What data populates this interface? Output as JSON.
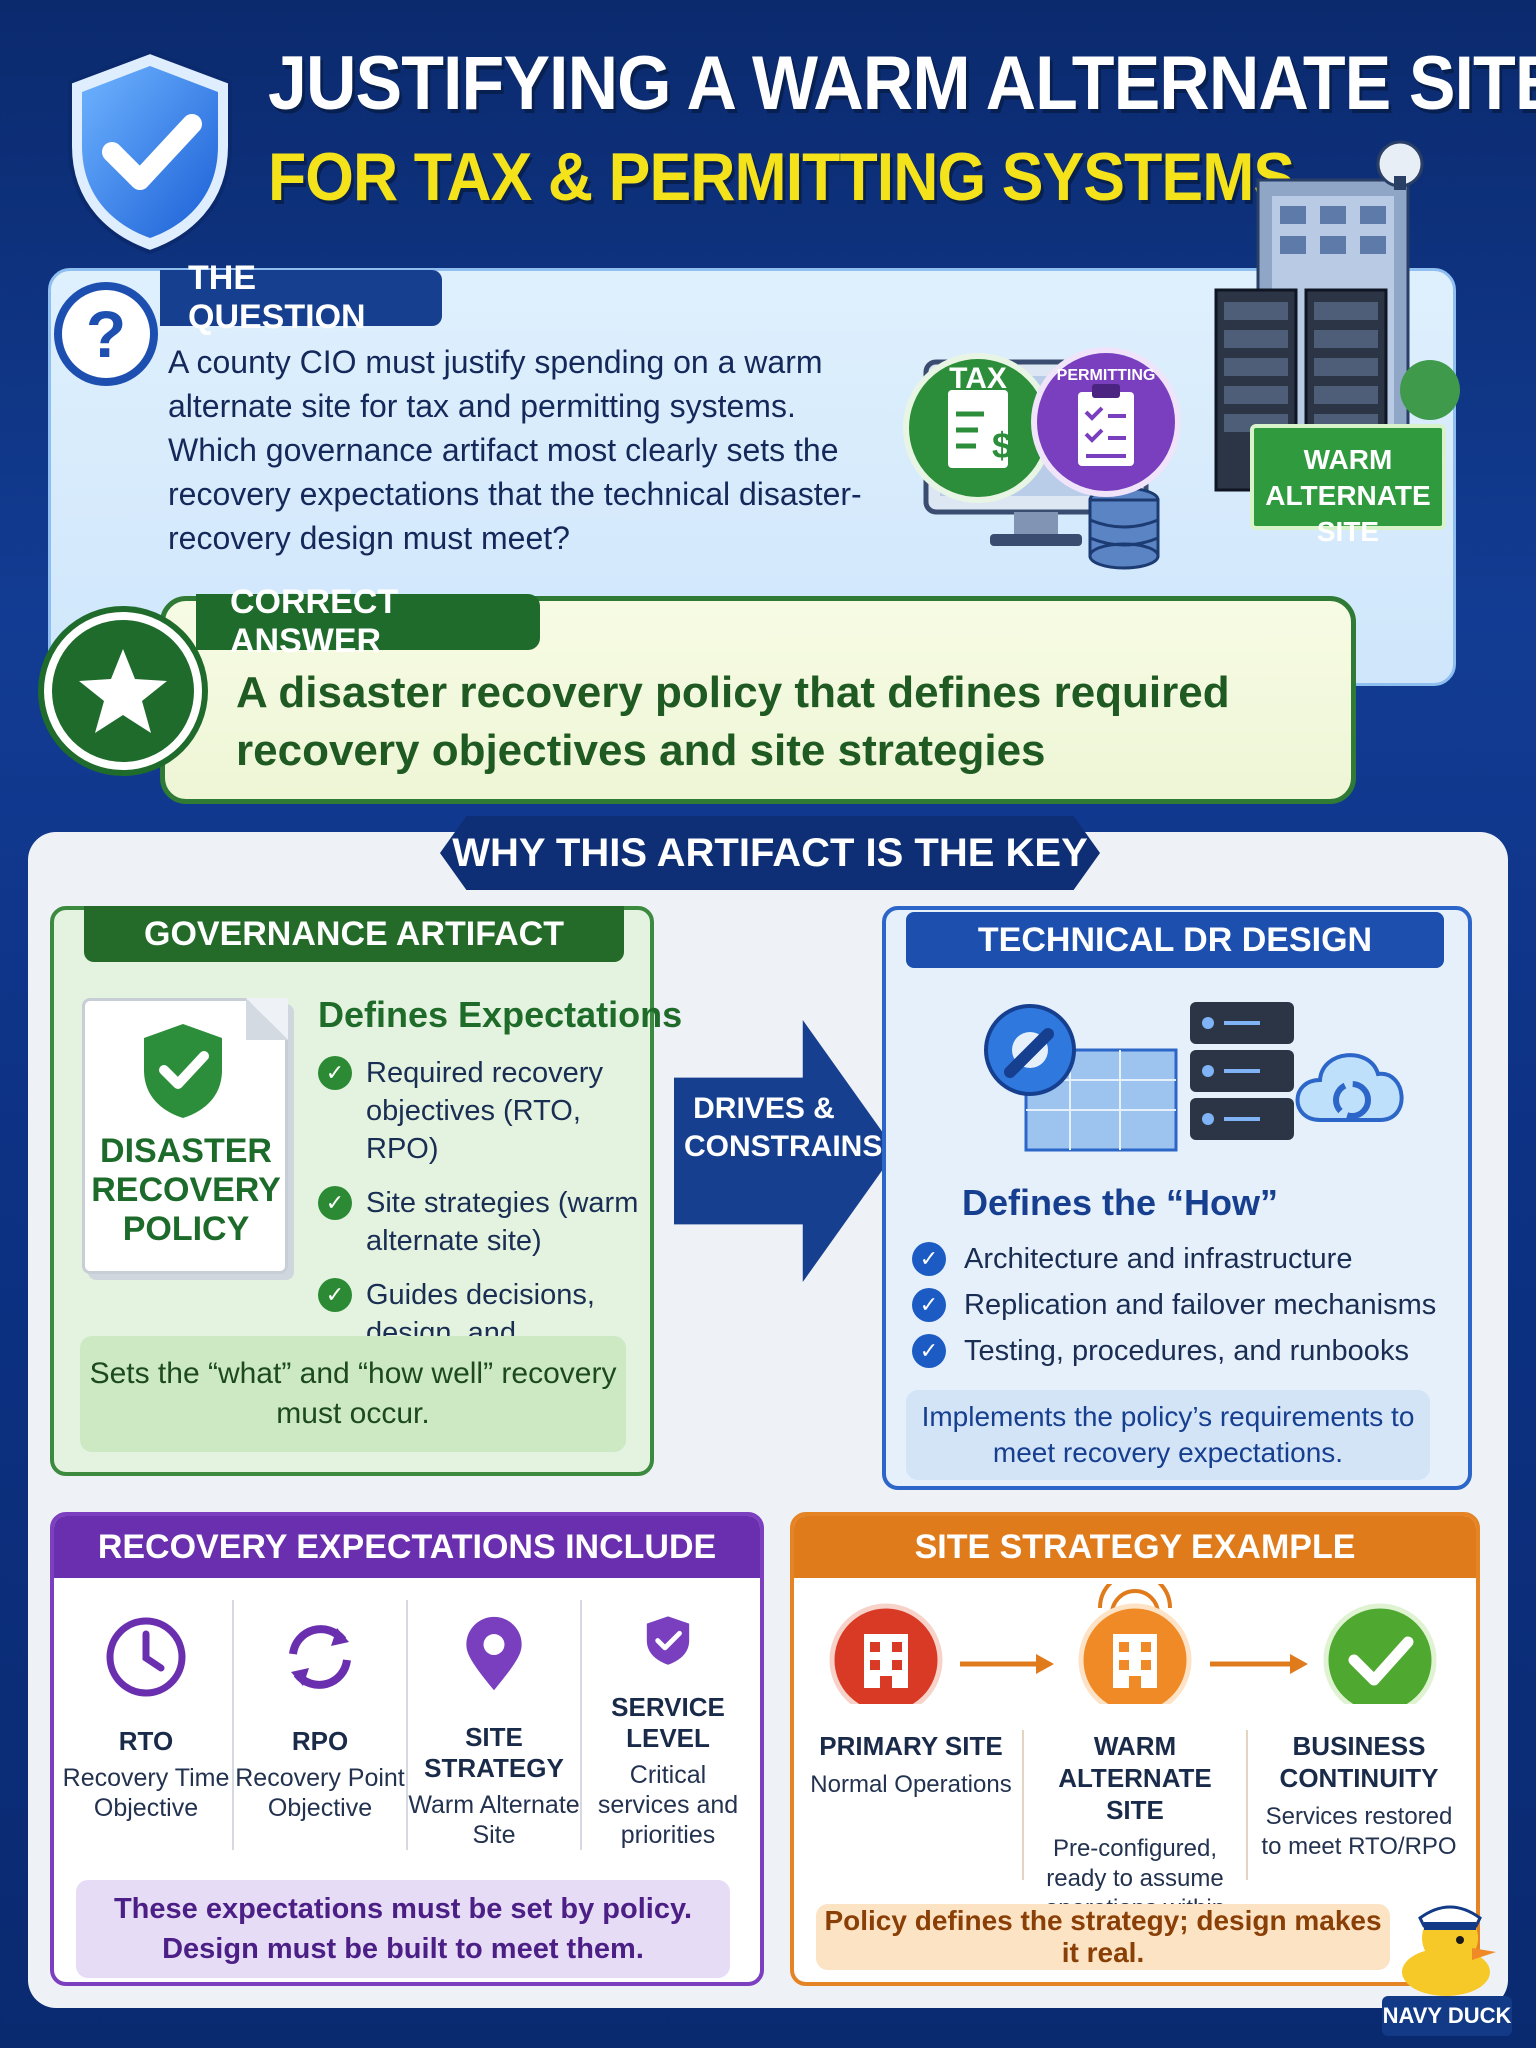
{
  "header": {
    "title_line1": "JUSTIFYING A WARM ALTERNATE SITE",
    "title_line2": "FOR TAX & PERMITTING SYSTEMS"
  },
  "question": {
    "label": "THE QUESTION",
    "text": "A county CIO must justify spending on a warm alternate site for tax and permitting systems. Which governance artifact most clearly sets the recovery expectations that the technical disaster-recovery design must meet?",
    "illustration": {
      "tax_label": "TAX",
      "permitting_label": "PERMITTING",
      "warm_site_label": "WARM ALTERNATE SITE"
    }
  },
  "answer": {
    "label": "CORRECT ANSWER",
    "text": "A disaster recovery policy that defines required recovery objectives and site strategies"
  },
  "why": {
    "banner": "WHY THIS ARTIFACT IS THE KEY",
    "governance": {
      "heading": "GOVERNANCE ARTIFACT",
      "doc_label": "DISASTER RECOVERY POLICY",
      "subheading": "Defines Expectations",
      "items": [
        "Required recovery objectives (RTO, RPO)",
        "Site strategies (warm alternate site)",
        "Guides decisions, design, and investment"
      ],
      "note": "Sets the “what” and “how well” recovery must occur."
    },
    "arrow_label": "DRIVES & CONSTRAINS",
    "technical": {
      "heading": "TECHNICAL DR DESIGN",
      "subheading": "Defines the “How”",
      "items": [
        "Architecture and infrastructure",
        "Replication and failover mechanisms",
        "Testing, procedures, and runbooks"
      ],
      "note": "Implements the policy’s requirements to meet recovery expectations."
    }
  },
  "recovery": {
    "heading": "RECOVERY EXPECTATIONS INCLUDE",
    "items": [
      {
        "title": "RTO",
        "desc": "Recovery Time Objective",
        "icon": "clock-icon"
      },
      {
        "title": "RPO",
        "desc": "Recovery Point Objective",
        "icon": "cycle-arrows-icon"
      },
      {
        "title": "SITE STRATEGY",
        "desc": "Warm Alternate Site",
        "icon": "location-pin-icon"
      },
      {
        "title": "SERVICE LEVEL",
        "desc": "Critical services and priorities",
        "icon": "shield-check-icon"
      }
    ],
    "note": "These expectations must be set by policy. Design must be built to meet them."
  },
  "site_strategy": {
    "heading": "SITE STRATEGY EXAMPLE",
    "steps": [
      {
        "title": "PRIMARY SITE",
        "desc": "Normal Operations",
        "icon": "building-icon"
      },
      {
        "title": "WARM ALTERNATE SITE",
        "desc": "Pre-configured, ready to assume operations within RTO",
        "icon": "building-signal-icon"
      },
      {
        "title": "BUSINESS CONTINUITY",
        "desc": "Services restored to meet RTO/RPO",
        "icon": "check-circle-icon"
      }
    ],
    "note": "Policy defines the strategy; design makes it real."
  },
  "logo": {
    "label": "NAVY DUCK"
  },
  "colors": {
    "navy": "#0e2f75",
    "yellow": "#f4e21a",
    "green": "#246b2a",
    "blue": "#1c4fae",
    "purple": "#6a2fae",
    "orange": "#e07b1c"
  }
}
